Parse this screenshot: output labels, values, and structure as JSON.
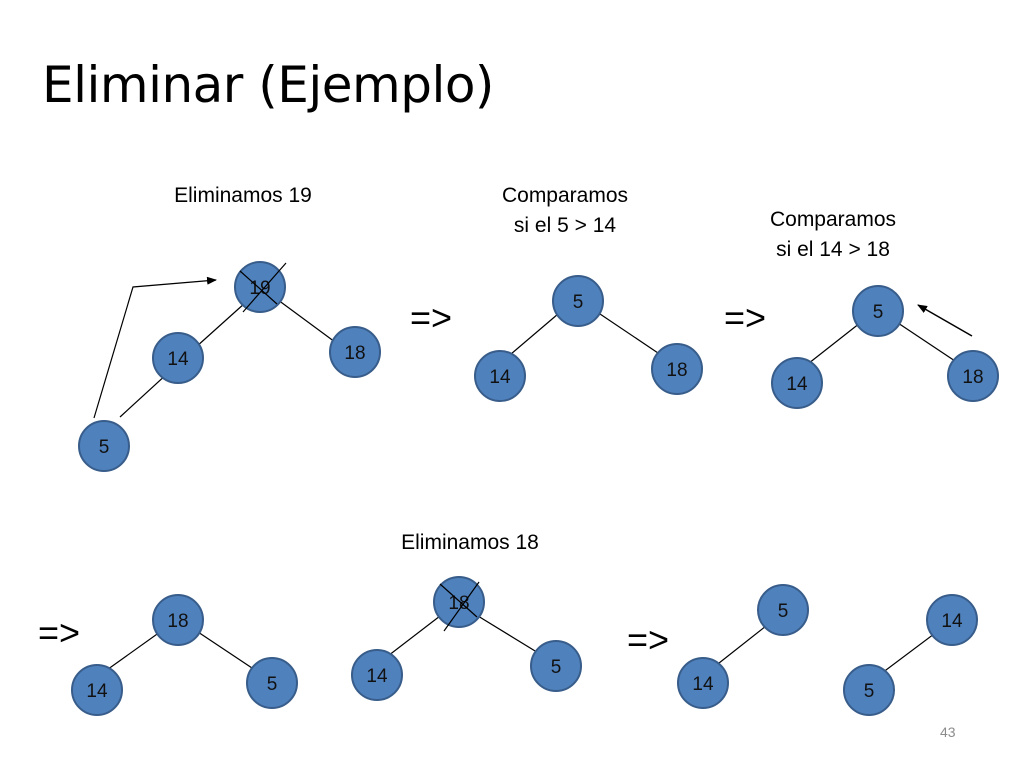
{
  "title": "Eliminar (Ejemplo)",
  "page_number": "43",
  "captions": {
    "step1": "Eliminamos 19",
    "step2": "Comparamos\nsi el 5 > 14",
    "step3": "Comparamos\nsi el 14 > 18",
    "step4": "Eliminamos 18"
  },
  "arrows": {
    "a1": "=>",
    "a2": "=>",
    "a3": "=>",
    "a4": "=>"
  },
  "trees": {
    "t1": {
      "root": "19",
      "left": "14",
      "right": "18",
      "left_left": "5",
      "root_crossed": true
    },
    "t2": {
      "root": "5",
      "left": "14",
      "right": "18"
    },
    "t3": {
      "root": "5",
      "left": "14",
      "right": "18"
    },
    "t4": {
      "root": "18",
      "left": "14",
      "right": "5"
    },
    "t5": {
      "root": "18",
      "left": "14",
      "right": "5",
      "root_crossed": true
    },
    "t6": {
      "root": "5",
      "left": "14"
    },
    "t7": {
      "root": "14",
      "left": "5"
    }
  },
  "colors": {
    "node_fill": "#4f81bd",
    "node_stroke": "#385d8a"
  }
}
